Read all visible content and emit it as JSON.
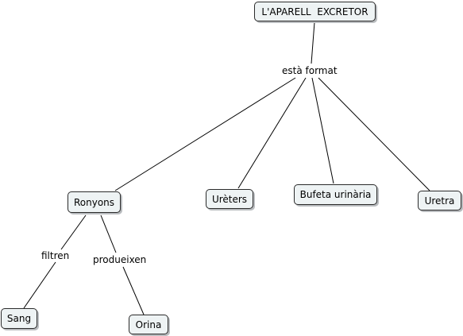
{
  "concept_map": {
    "root": "L'APARELL  EXCRETOR",
    "root_link": "està format",
    "parts": [
      "Ronyons",
      "Urèters",
      "Bufeta urinària",
      "Uretra"
    ],
    "ronyons_links": {
      "filter_label": "filtren",
      "filter_target": "Sang",
      "produce_label": "produeixen",
      "produce_target": "Orina"
    }
  },
  "colors": {
    "node_fill": "#eef3f4",
    "node_border": "#2b2b2b",
    "node_shadow": "#b9bcbf",
    "line": "#000000"
  }
}
